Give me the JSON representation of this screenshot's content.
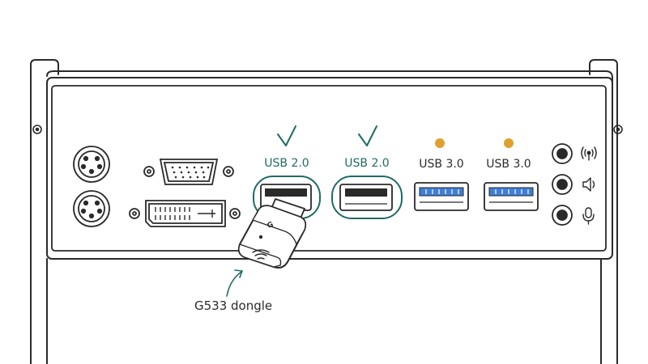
{
  "colors": {
    "ink": "#2a2a2a",
    "teal": "#1f6b64",
    "usb3_blue": "#3f7fd6",
    "status_orange": "#e0a030",
    "panel_fill": "#ffffff"
  },
  "ports": {
    "usb_a": {
      "label": "USB 2.0",
      "status": "check",
      "highlight": true
    },
    "usb_b": {
      "label": "USB 2.0",
      "status": "check",
      "highlight": true
    },
    "usb_c": {
      "label": "USB 3.0",
      "status": "dot",
      "highlight": false
    },
    "usb_d": {
      "label": "USB 3.0",
      "status": "dot",
      "highlight": false
    }
  },
  "audio_icons": [
    "line-in-icon",
    "speaker-icon",
    "microphone-icon"
  ],
  "dongle": {
    "caption": "G533 dongle",
    "brand_mark": "G"
  }
}
